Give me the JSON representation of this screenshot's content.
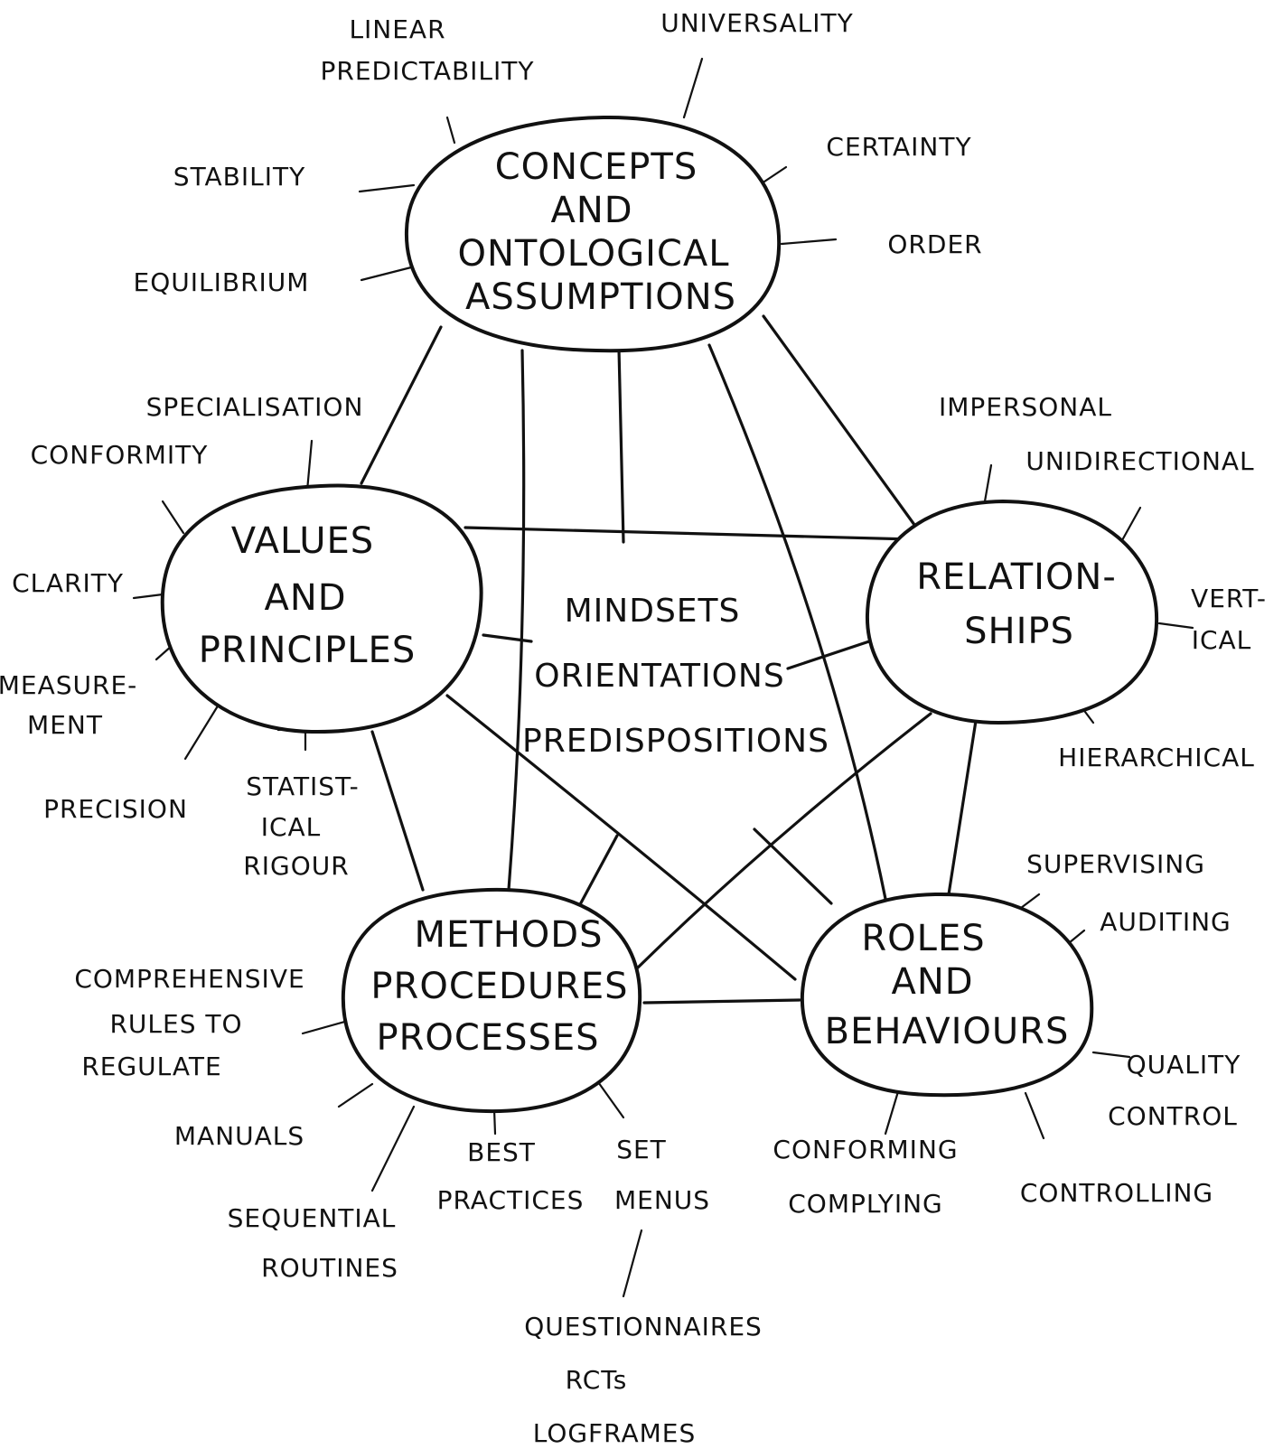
{
  "nodes": {
    "concepts": {
      "lines": [
        "CONCEPTS",
        "AND",
        "ONTOLOGICAL",
        "ASSUMPTIONS"
      ]
    },
    "values": {
      "lines": [
        "VALUES",
        "AND",
        "PRINCIPLES"
      ]
    },
    "relationships": {
      "lines": [
        "RELATION-",
        "SHIPS"
      ]
    },
    "methods": {
      "lines": [
        "METHODS",
        "PROCEDURES",
        "PROCESSES"
      ]
    },
    "roles": {
      "lines": [
        "ROLES",
        "AND",
        "BEHAVIOURS"
      ]
    }
  },
  "center": {
    "lines": [
      "MINDSETS",
      "ORIENTATIONS",
      "PREDISPOSITIONS"
    ]
  },
  "attributes": {
    "concepts": [
      "LINEAR",
      "PREDICTABILITY",
      "UNIVERSALITY",
      "STABILITY",
      "CERTAINTY",
      "EQUILIBRIUM",
      "ORDER"
    ],
    "values": [
      "SPECIALISATION",
      "CONFORMITY",
      "CLARITY",
      "MEASURE-",
      "MENT",
      "PRECISION",
      "STATIST-",
      "ICAL",
      "RIGOUR"
    ],
    "relationships": [
      "IMPERSONAL",
      "UNIDIRECTIONAL",
      "VERT-",
      "ICAL",
      "HIERARCHICAL"
    ],
    "methods": [
      "COMPREHENSIVE",
      "RULES TO",
      "REGULATE",
      "MANUALS",
      "SEQUENTIAL",
      "ROUTINES",
      "BEST",
      "PRACTICES",
      "SET",
      "MENUS",
      "QUESTIONNAIRES",
      "RCTs",
      "LOGFRAMES"
    ],
    "roles": [
      "SUPERVISING",
      "AUDITING",
      "QUALITY",
      "CONTROL",
      "CONFORMING",
      "COMPLYING",
      "CONTROLLING"
    ]
  }
}
